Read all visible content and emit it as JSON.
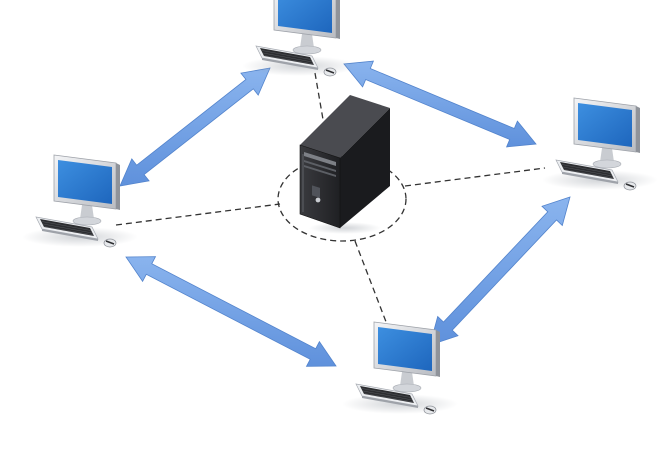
{
  "diagram": {
    "type": "network-topology",
    "hub": {
      "icon": "server-tower-icon"
    },
    "nodes": [
      {
        "id": "workstation-top",
        "icon": "workstation-icon"
      },
      {
        "id": "workstation-right",
        "icon": "workstation-icon"
      },
      {
        "id": "workstation-bottom",
        "icon": "workstation-icon"
      },
      {
        "id": "workstation-left",
        "icon": "workstation-icon"
      }
    ],
    "links": [
      {
        "from": "server",
        "to": "workstation-top",
        "style": "dashed"
      },
      {
        "from": "server",
        "to": "workstation-right",
        "style": "dashed"
      },
      {
        "from": "server",
        "to": "workstation-bottom",
        "style": "dashed"
      },
      {
        "from": "server",
        "to": "workstation-left",
        "style": "dashed"
      }
    ],
    "peer_arrows": [
      {
        "between": [
          "workstation-left",
          "workstation-top"
        ],
        "direction": "bidirectional"
      },
      {
        "between": [
          "workstation-top",
          "workstation-right"
        ],
        "direction": "bidirectional"
      },
      {
        "between": [
          "workstation-right",
          "workstation-bottom"
        ],
        "direction": "bidirectional"
      },
      {
        "between": [
          "workstation-bottom",
          "workstation-left"
        ],
        "direction": "bidirectional"
      }
    ],
    "colors": {
      "arrow": "#6f9fe4",
      "arrow_edge": "#5283cc",
      "screen": "#2f7fd4",
      "server_body": "#2b2b2e",
      "dashed_line": "#333333",
      "background": "#ffffff"
    }
  }
}
